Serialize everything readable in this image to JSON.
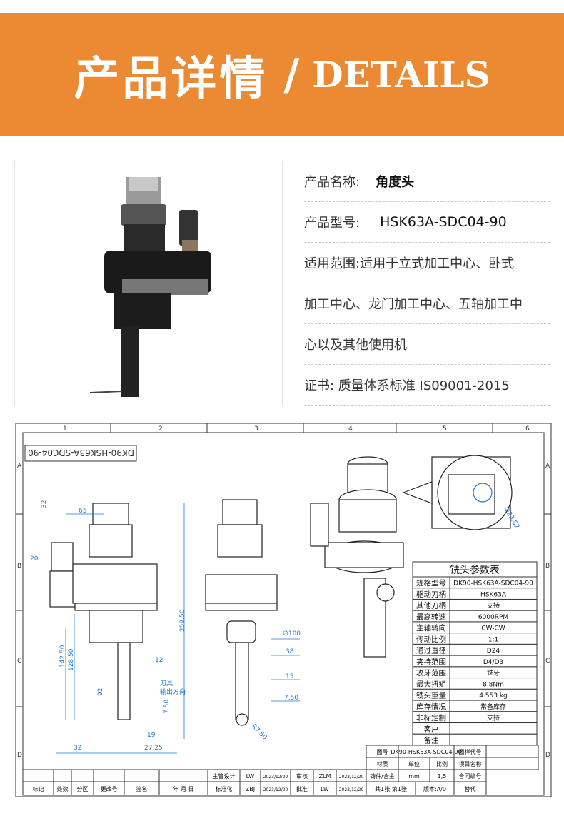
{
  "banner": {
    "title_cn": "产品详情",
    "separator": "/",
    "title_en": "DETAILS",
    "color": "#EC8A33"
  },
  "info": {
    "name_label": "产品名称:",
    "name_value": "角度头",
    "model_label": "产品型号:",
    "model_value": "HSK63A-SDC04-90",
    "scope_line1": "适用范围:适用于立式加工中心、卧式",
    "scope_line2": "加工中心、龙门加工中心、五轴加工中",
    "scope_line3": "心以及其他使用机",
    "cert": "证书: 质量体系标准 IS09001-2015"
  },
  "drawing": {
    "col_labels": [
      "1",
      "2",
      "3",
      "4",
      "5",
      "6"
    ],
    "row_labels": [
      "A",
      "B",
      "C",
      "D"
    ],
    "title_tag": "DK90-HSK63A-SDC04-90",
    "dims": {
      "d32a": "32",
      "d65": "65",
      "d20": "20",
      "d142": "142.50",
      "d128": "128.50",
      "d92": "92",
      "d259": "259.50",
      "d12": "12",
      "tool_dir_1": "刀具",
      "tool_dir_2": "输出方向",
      "d7_50a": "7.50",
      "d19": "19",
      "d32b": "32",
      "d27": "27.25",
      "d100": "∅100",
      "d38": "38",
      "d15": "15",
      "d7_50b": "7.50",
      "r7_50": "R7.50",
      "d23": "∅23.82"
    },
    "param_table": {
      "title": "铣头参数表",
      "rows": [
        [
          "规格型号",
          "DK90-HSK63A-SDC04-90"
        ],
        [
          "驱动刀柄",
          "HSK63A"
        ],
        [
          "其他刀柄",
          "支持"
        ],
        [
          "最高转速",
          "6000RPM"
        ],
        [
          "主轴转向",
          "CW-CW"
        ],
        [
          "传动比例",
          "1:1"
        ],
        [
          "通过直径",
          "D24"
        ],
        [
          "夹持范围",
          "D4/D3"
        ],
        [
          "攻牙范围",
          "铣牙"
        ],
        [
          "最大扭矩",
          "8.8Nm"
        ],
        [
          "铣头重量",
          "4.553    kg"
        ],
        [
          "库存情况",
          "常备库存"
        ],
        [
          "非标定制",
          "支持"
        ],
        [
          "客户",
          ""
        ],
        [
          "备注",
          ""
        ]
      ]
    },
    "title_block": {
      "r1": [
        "图号",
        "DK90-HSK63A-SDC04-90",
        "图样代号"
      ],
      "r2": [
        "材质",
        "单位",
        "比例",
        "项目名称"
      ],
      "r3": [
        "主管设计",
        "LW",
        "2023/12/20",
        "审核",
        "ZLM",
        "2023/12/20",
        "铸件/合金",
        "mm",
        "1,5",
        "合同编号"
      ],
      "r4": [
        "标记",
        "处数",
        "分区",
        "更改号",
        "签名",
        "年 月 日",
        "标准化",
        "ZBJ",
        "2023/12/20",
        "批准",
        "LW",
        "2023/12/20",
        "共1张 第1张",
        "版本:A/0",
        "替代"
      ]
    }
  }
}
